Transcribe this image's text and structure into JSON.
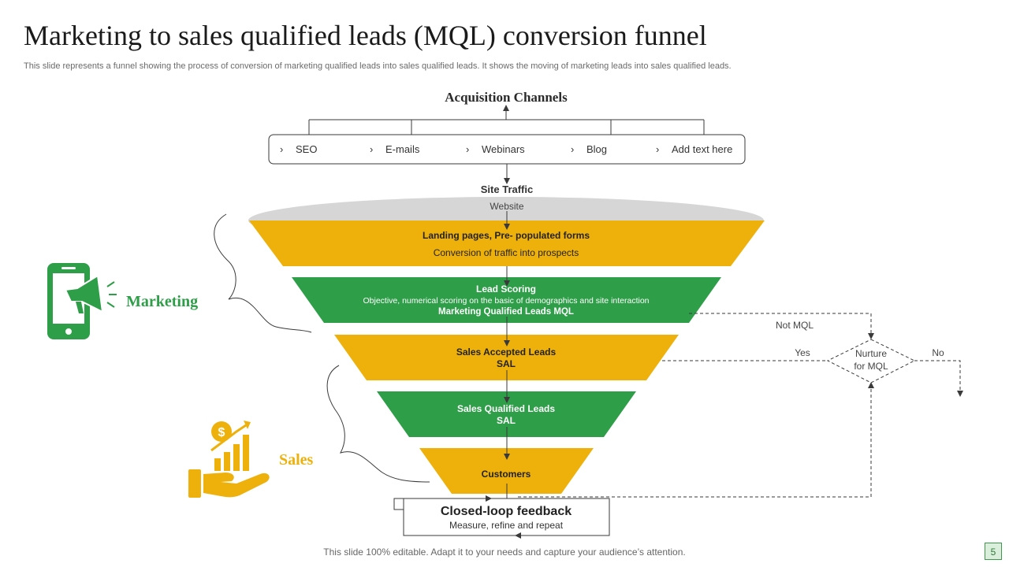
{
  "slide": {
    "title": "Marketing to sales qualified leads (MQL) conversion funnel",
    "subtitle": "This slide represents a funnel showing the process of conversion of marketing qualified leads into sales qualified leads. It shows the moving of marketing leads into sales qualified leads.",
    "footer": "This slide 100% editable. Adapt it to your needs and capture your audience’s attention.",
    "page_number": "5"
  },
  "acquisition": {
    "heading": "Acquisition Channels",
    "channels": [
      "SEO",
      "E-mails",
      "Webinars",
      "Blog",
      "Add text here"
    ]
  },
  "site_traffic": {
    "label": "Site Traffic",
    "website": "Website"
  },
  "funnel": {
    "stage1": {
      "title": "Landing pages, Pre- populated forms",
      "desc": "Conversion of traffic into prospects"
    },
    "stage2": {
      "title": "Lead Scoring",
      "desc": "Objective, numerical scoring on the basic of demographics and site interaction",
      "sub": "Marketing Qualified Leads MQL"
    },
    "stage3": {
      "line1": "Sales Accepted Leads",
      "line2": "SAL"
    },
    "stage4": {
      "line1": "Sales Qualified Leads",
      "line2": "SAL"
    },
    "stage5": {
      "title": "Customers"
    }
  },
  "feedback": {
    "title": "Closed-loop feedback",
    "desc": "Measure, refine and repeat"
  },
  "decision": {
    "line1": "Nurture",
    "line2": "for MQL",
    "not_mql": "Not MQL",
    "yes": "Yes",
    "no": "No"
  },
  "sides": {
    "marketing": "Marketing",
    "sales": "Sales"
  },
  "colors": {
    "yellow": "#EEB10C",
    "green": "#2E9E48",
    "gray": "#D6D6D6",
    "line": "#3a3a3a"
  }
}
